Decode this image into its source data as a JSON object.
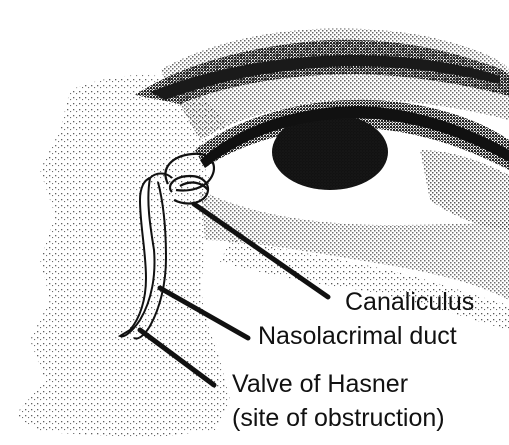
{
  "labels": {
    "canaliculus": "Canaliculus",
    "nasolacrimal_duct": "Nasolacrimal duct",
    "valve_line1": "Valve of Hasner",
    "valve_line2": "(site of obstruction)"
  },
  "colors": {
    "ink": "#111111",
    "background": "#ffffff",
    "stipple": "#3a3a3a"
  }
}
